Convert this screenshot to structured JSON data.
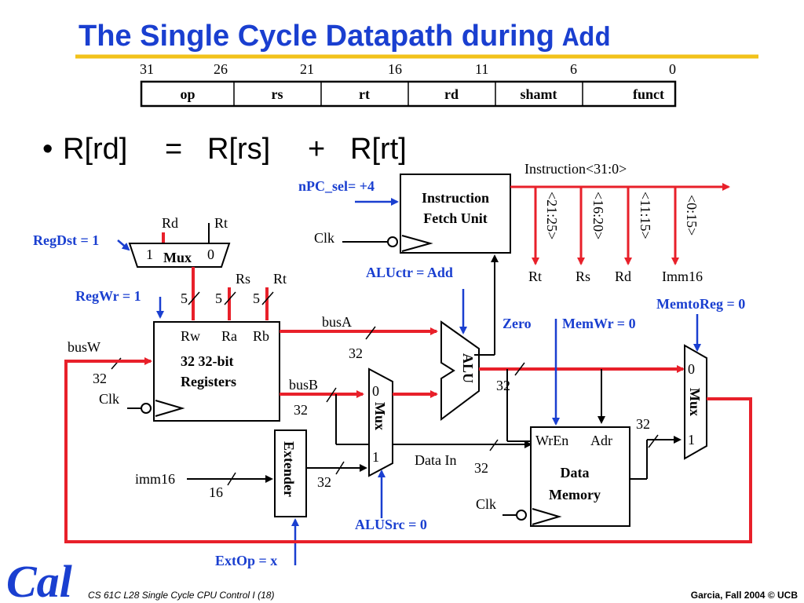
{
  "title": {
    "prefix": "The Single Cycle Datapath during ",
    "mono": "Add"
  },
  "format": {
    "bits": [
      "31",
      "26",
      "21",
      "16",
      "11",
      "6",
      "0"
    ],
    "fields": [
      "op",
      "rs",
      "rt",
      "rd",
      "shamt",
      "funct"
    ]
  },
  "equation": {
    "bullet": "•",
    "lhs": "R[rd]",
    "eq": "=",
    "a": "R[rs]",
    "op": "+",
    "b": "R[rt]"
  },
  "fetch": {
    "instruction_bus": "Instruction<31:0>",
    "npc_sel": "nPC_sel= +4",
    "unit_line1": "Instruction",
    "unit_line2": "Fetch Unit",
    "clk": "Clk",
    "fields": [
      "<21:25>",
      "<16:20>",
      "<11:15>",
      "<0:15>"
    ],
    "outputs": [
      "Rt",
      "Rs",
      "Rd",
      "Imm16"
    ]
  },
  "regdst_mux": {
    "control": "RegDst = 1",
    "in_rd": "Rd",
    "in_rt": "Rt",
    "label": "Mux",
    "one": "1",
    "zero": "0"
  },
  "regfile": {
    "regwr": "RegWr = 1",
    "rs": "Rs",
    "rt": "Rt",
    "widths": [
      "5",
      "5",
      "5"
    ],
    "ports": [
      "Rw",
      "Ra",
      "Rb"
    ],
    "name_line1": "32 32-bit",
    "name_line2": "Registers",
    "busw": "busW",
    "busw_width": "32",
    "clk": "Clk",
    "busa": "busA",
    "busa_width": "32",
    "busb": "busB",
    "busb_width": "32"
  },
  "alu": {
    "ctr": "ALUctr = Add",
    "label": "ALU",
    "zero": "Zero",
    "out_width": "32"
  },
  "alusrc_mux": {
    "label": "Mux",
    "zero": "0",
    "one": "1",
    "control": "ALUSrc = 0"
  },
  "extender": {
    "label": "Extender",
    "imm": "imm16",
    "imm_width": "16",
    "out_width": "32",
    "extop": "ExtOp = x"
  },
  "memory": {
    "memwr": "MemWr = 0",
    "wren": "WrEn",
    "adr": "Adr",
    "name_line1": "Data",
    "name_line2": "Memory",
    "data_in": "Data In",
    "data_in_width": "32",
    "clk": "Clk",
    "out_width": "32"
  },
  "memtoreg_mux": {
    "control": "MemtoReg = 0",
    "label": "Mux",
    "zero": "0",
    "one": "1"
  },
  "footer": {
    "left": "CS 61C L28 Single Cycle CPU Control I (18)",
    "right": "Garcia, Fall 2004 © UCB",
    "logo": "Cal"
  },
  "colors": {
    "title": "#1a3fd0",
    "control": "#1a3fd0",
    "active_path": "#e8202a",
    "rule": "#f2c21a"
  }
}
